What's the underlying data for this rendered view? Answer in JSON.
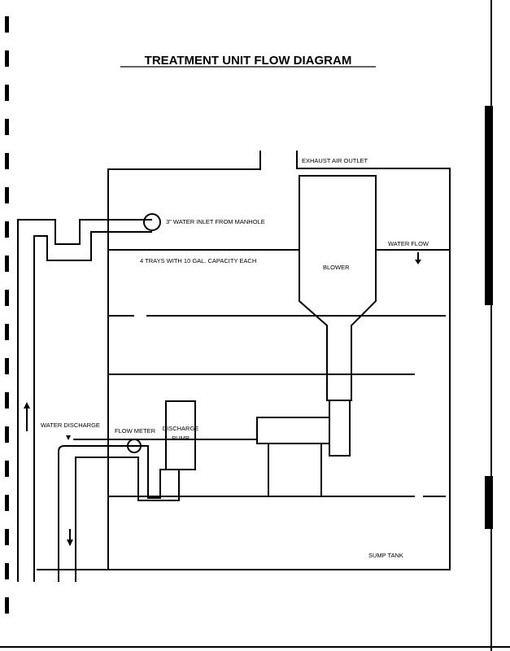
{
  "title": "TREATMENT UNIT FLOW DIAGRAM",
  "labels": {
    "exhaust": "EXHAUST AIR OUTLET",
    "inlet": "3\" WATER INLET FROM MANHOLE",
    "trays": "4 TRAYS WITH 10 GAL. CAPACITY EACH",
    "blower": "BLOWER",
    "water_flow": "WATER FLOW",
    "water_discharge": "WATER DISCHARGE",
    "flow_meter": "FLOW METER",
    "discharge_pump_1": "DISCHARGE",
    "discharge_pump_2": "PUMP",
    "sump_tank": "SUMP TANK"
  }
}
